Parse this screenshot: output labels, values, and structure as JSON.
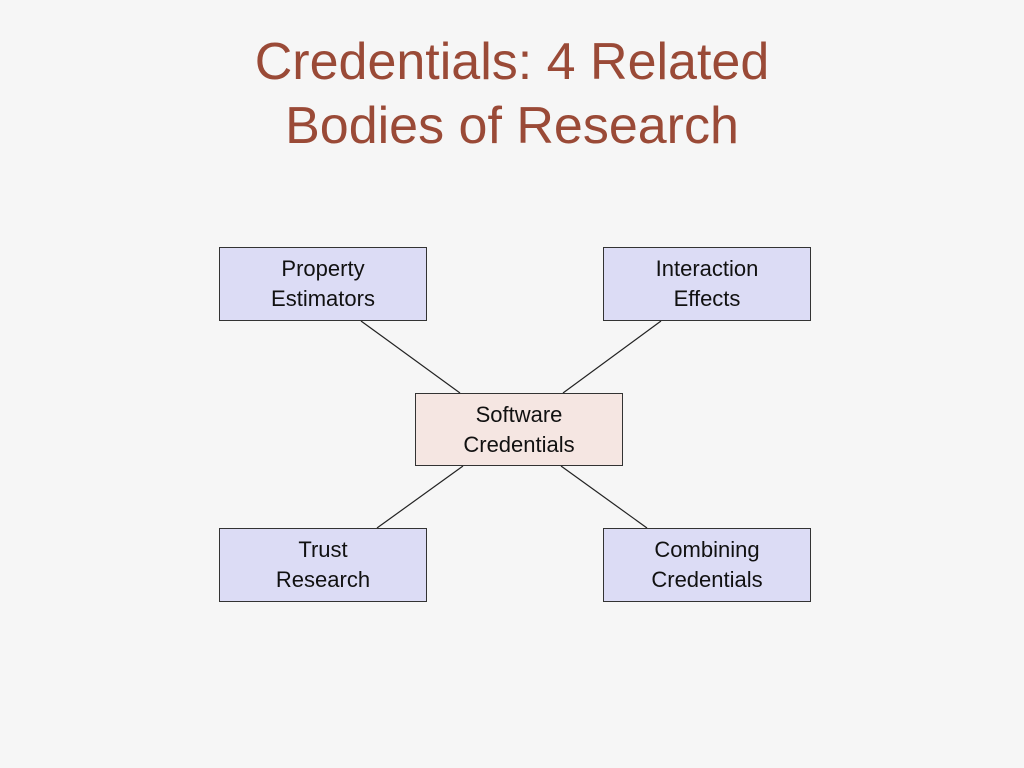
{
  "title": {
    "line1": "Credentials: 4 Related",
    "line2": "Bodies of Research"
  },
  "diagram": {
    "center": {
      "line1": "Software",
      "line2": "Credentials"
    },
    "nodes": {
      "property_estimators": {
        "line1": "Property",
        "line2": "Estimators"
      },
      "interaction_effects": {
        "line1": "Interaction",
        "line2": "Effects"
      },
      "trust_research": {
        "line1": "Trust",
        "line2": "Research"
      },
      "combining_credentials": {
        "line1": "Combining",
        "line2": "Credentials"
      }
    },
    "edges": [
      {
        "from": "software_credentials",
        "to": "property_estimators"
      },
      {
        "from": "software_credentials",
        "to": "interaction_effects"
      },
      {
        "from": "software_credentials",
        "to": "trust_research"
      },
      {
        "from": "software_credentials",
        "to": "combining_credentials"
      }
    ],
    "colors": {
      "title": "#9a4a37",
      "outer_box_fill": "#dcdcf5",
      "center_box_fill": "#f5e6e2",
      "border": "#333333",
      "background": "#f6f6f6"
    }
  }
}
